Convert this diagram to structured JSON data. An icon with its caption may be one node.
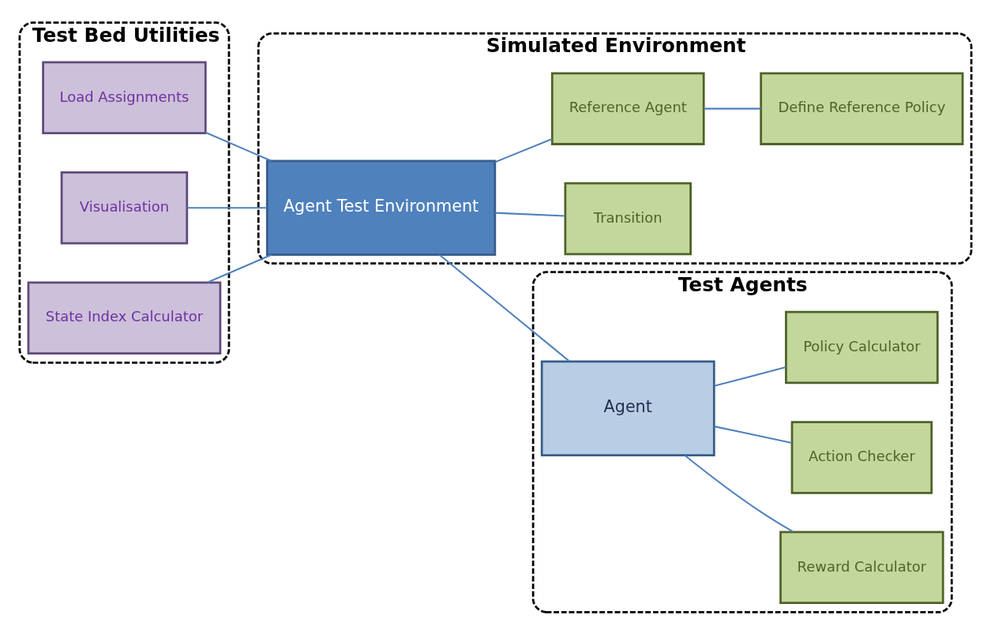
{
  "diagram": {
    "nodes": [
      {
        "text": [
          "Test Bed Utilities"
        ]
      },
      {
        "text": [
          "Load Assignments"
        ],
        "in": 0
      },
      {
        "text": [
          "Visualisation"
        ],
        "in": 0
      },
      {
        "text": [
          "State Index Calculator"
        ],
        "in": 0
      },
      {
        "text": [
          "Simulated Environment"
        ]
      },
      {
        "text": [
          "Agent Test Environment"
        ],
        "in": 4
      },
      {
        "text": [
          "Transition"
        ],
        "in": 4
      },
      {
        "text": [
          "Reference Agent"
        ],
        "in": 4
      },
      {
        "text": [
          "Define Reference Policy"
        ],
        "in": 4
      },
      {
        "text": [
          "Test Agents"
        ]
      },
      {
        "text": [
          "Agent"
        ],
        "in": 9
      },
      {
        "text": [
          "Reward Calculator"
        ],
        "in": 9
      },
      {
        "text": [
          "Action Checker"
        ],
        "in": 9
      },
      {
        "text": [
          "Policy Calculator"
        ],
        "in": 9
      }
    ],
    "edges": [
      {
        "from": 1,
        "to": 5,
        "arrow": "none"
      },
      {
        "from": 2,
        "to": 5,
        "arrow": "none"
      },
      {
        "from": 3,
        "to": 5,
        "arrow": "none"
      },
      {
        "from": 5,
        "to": 6,
        "arrow": "none"
      },
      {
        "from": 5,
        "to": 7,
        "arrow": "none"
      },
      {
        "from": 7,
        "to": 8,
        "arrow": "none"
      },
      {
        "from": 5,
        "to": 10,
        "arrow": "none"
      },
      {
        "from": 10,
        "to": 11,
        "arrow": "none"
      },
      {
        "from": 10,
        "to": 12,
        "arrow": "none"
      },
      {
        "from": 10,
        "to": 13,
        "arrow": "none"
      }
    ]
  }
}
